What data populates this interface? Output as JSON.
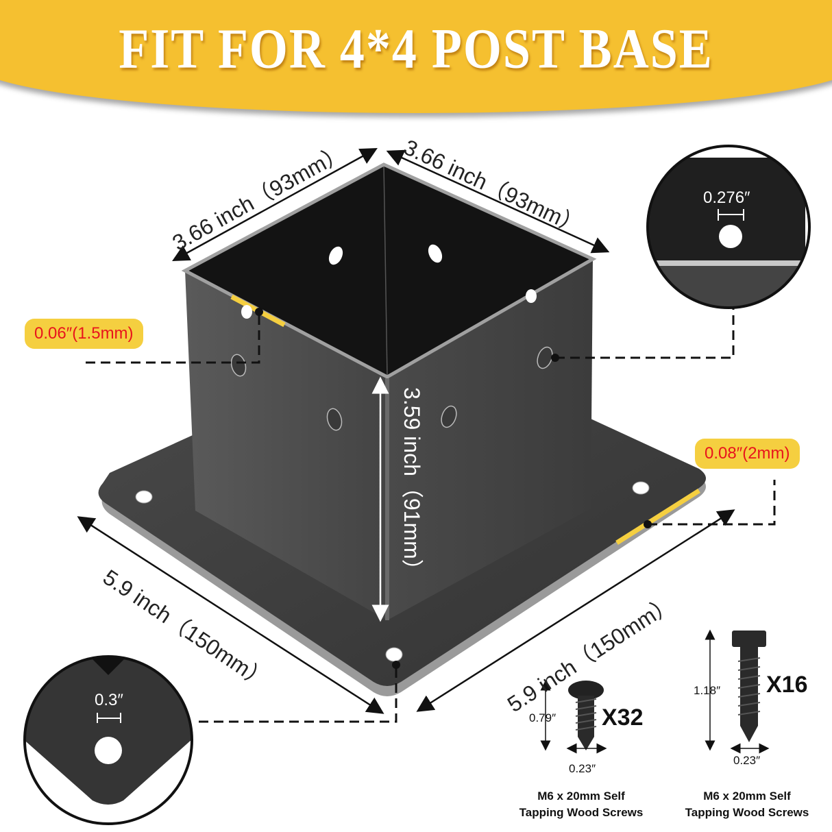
{
  "banner": {
    "title": "FIT FOR 4*4 POST BASE",
    "color": "#f5c030"
  },
  "product": {
    "name": "4x4 post base bracket",
    "colors": {
      "body": "#3f3f3f",
      "interior": "#141414",
      "edge": "#9a9a9a",
      "highlight": "#f5cf40"
    }
  },
  "dimensions": {
    "top_left_width": "3.66 inch（93mm）",
    "top_right_width": "3.66 inch（93mm）",
    "height": "3.59 inch（91mm）",
    "base_left": "5.9 inch（150mm）",
    "base_right": "5.9 inch（150mm）"
  },
  "callouts": {
    "post_thickness": "0.06″(1.5mm)",
    "base_thickness": "0.08″(2mm)",
    "side_hole_diameter": "0.276″",
    "base_hole_diameter": "0.3″"
  },
  "screws": [
    {
      "length": "0.79″",
      "diameter": "0.23″",
      "quantity": "X32",
      "caption_line1": "M6 x 20mm Self",
      "caption_line2": "Tapping Wood Screws",
      "head": "pan"
    },
    {
      "length": "1.18″",
      "diameter": "0.23″",
      "quantity": "X16",
      "caption_line1": "M6 x 20mm Self",
      "caption_line2": "Tapping Wood Screws",
      "head": "hex"
    }
  ]
}
